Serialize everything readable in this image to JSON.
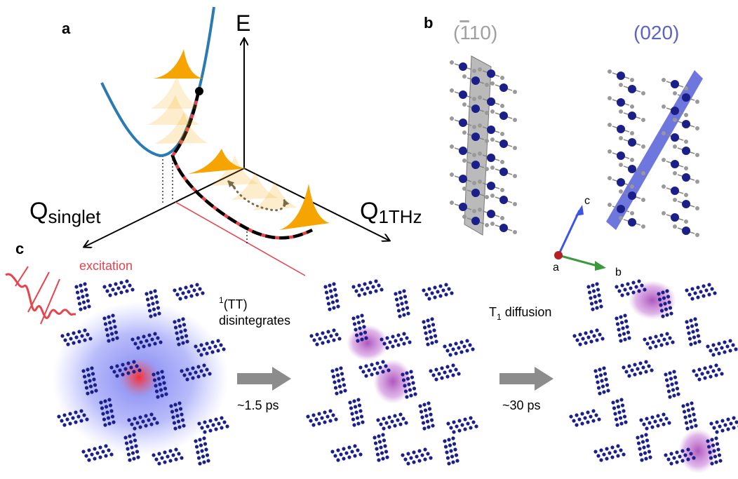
{
  "panels": {
    "a": {
      "letter": "a",
      "axis_energy": "E",
      "axis_q_singlet": {
        "base": "Q",
        "sub": "singlet"
      },
      "axis_q_1thz": {
        "base": "Q",
        "sub": "1THz"
      }
    },
    "b": {
      "letter": "b",
      "plane_bar110": {
        "open": "(",
        "digit1": "1",
        "rest": "10)"
      },
      "plane_020": "(020)",
      "axes": {
        "a": "a",
        "b": "b",
        "c": "c"
      }
    },
    "c": {
      "letter": "c",
      "excitation": "excitation",
      "tt_sup": "1",
      "tt_main": "(TT)",
      "disintegrates": "disintegrates",
      "time1": "~1.5 ps",
      "t1_base": "T",
      "t1_sub": "1",
      "t1_rest": " diffusion",
      "time2": "~30 ps"
    }
  },
  "colors": {
    "singlet_curve": "#2a7bb4",
    "triplet_red": "#e8424a",
    "wavepacket": "#f5a400",
    "molecule": "#1b1f8a",
    "plane_gray": "#a9a9a9",
    "plane_blue": "#4a55d6",
    "label_blue": "#5b62c9",
    "label_gray": "#a0a0a0",
    "arrow_gray": "#8c8c8c",
    "exciton_blue": "#6a70f0",
    "exciton_red": "#ff3b3b",
    "triplet_purple": "#a03ab0"
  }
}
